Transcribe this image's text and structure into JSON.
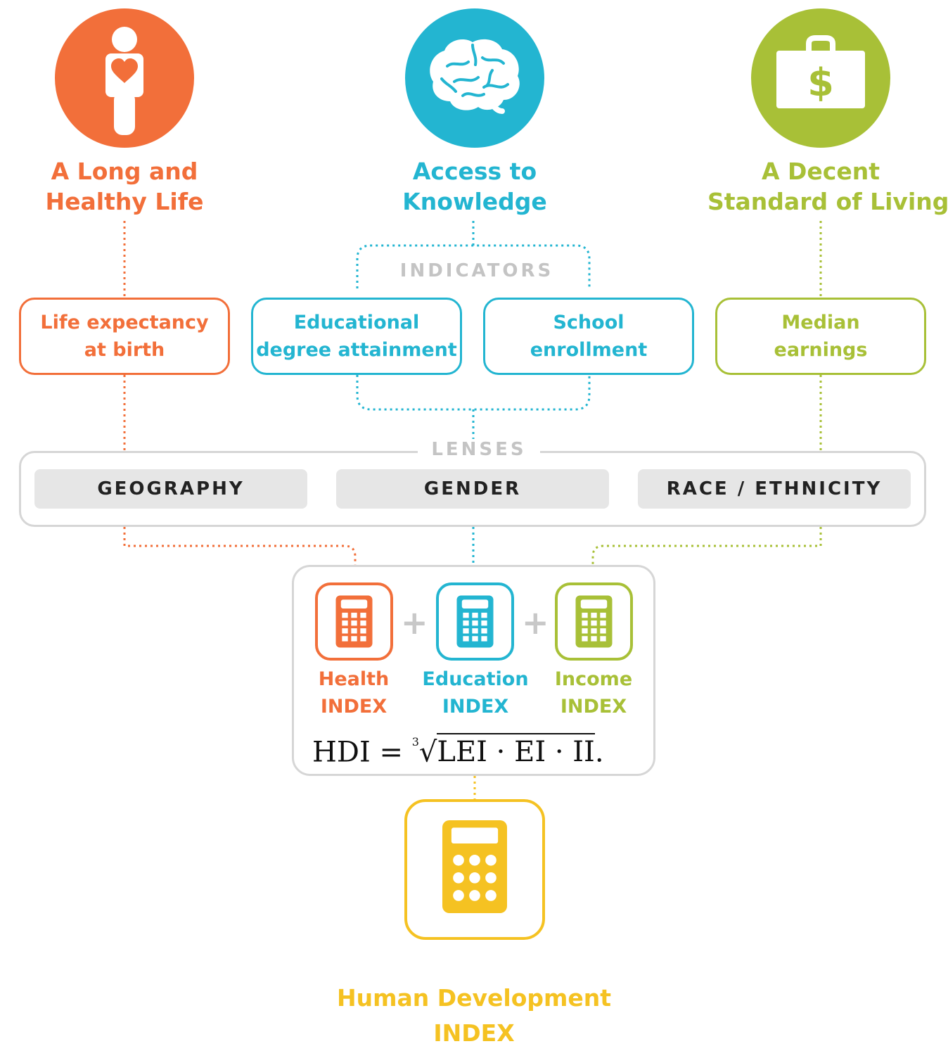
{
  "colors": {
    "health": "#f26f3a",
    "education": "#23b5d1",
    "income": "#a8c037",
    "hdi": "#f5c222",
    "neutral_border": "#d6d6d6",
    "neutral_label": "#c4c4c4"
  },
  "pillars": [
    {
      "icon": "heart-person-icon",
      "title_line1": "A Long and",
      "title_line2": "Healthy Life"
    },
    {
      "icon": "brain-icon",
      "title_line1": "Access to",
      "title_line2": "Knowledge"
    },
    {
      "icon": "money-briefcase-icon",
      "title_line1": "A Decent",
      "title_line2": "Standard of Living"
    }
  ],
  "indicators_label": "INDICATORS",
  "indicators": [
    {
      "line1": "Life expectancy",
      "line2": "at birth"
    },
    {
      "line1": "Educational",
      "line2": "degree attainment"
    },
    {
      "line1": "School",
      "line2": "enrollment"
    },
    {
      "line1": "Median",
      "line2": "earnings"
    }
  ],
  "lenses_label": "LENSES",
  "lenses": [
    "GEOGRAPHY",
    "GENDER",
    "RACE / ETHNICITY"
  ],
  "indices": [
    {
      "icon": "calculator-icon",
      "line1": "Health",
      "line2": "INDEX"
    },
    {
      "icon": "calculator-icon",
      "line1": "Education",
      "line2": "INDEX"
    },
    {
      "icon": "calculator-icon",
      "line1": "Income",
      "line2": "INDEX"
    }
  ],
  "plus_sign": "+",
  "formula": {
    "lhs": "HDI",
    "equals": "=",
    "root_index": "3",
    "radical": "√",
    "radicand": "LEI · EI · II",
    "trailing": "."
  },
  "hdi": {
    "icon": "calculator-icon",
    "line1": "Human Development",
    "line2": "INDEX"
  }
}
